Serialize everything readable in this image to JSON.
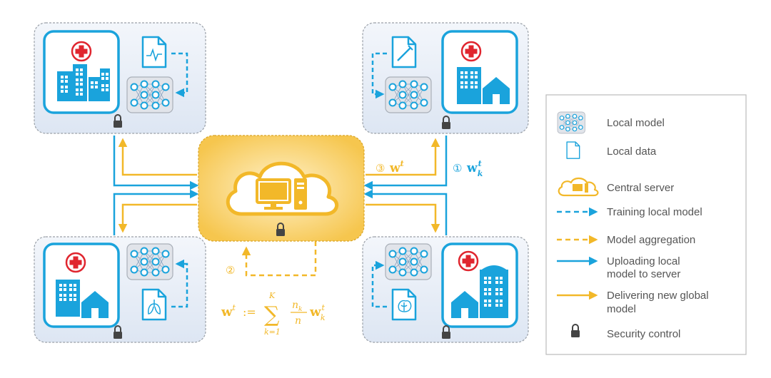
{
  "colors": {
    "blue": "#1aa3dc",
    "orange": "#f2b829",
    "lock": "#444444",
    "panel_fill": "#e9eef8",
    "panel_border": "#9aa0a8",
    "server_fill": "#fbd98a",
    "legend_border": "#bbbbbb"
  },
  "icons": {
    "hospital": "hospital-icon",
    "local_data": "document-icon",
    "local_model": "neural-network-icon",
    "server": "cloud-computer-icon",
    "lock": "padlock-icon"
  },
  "sites": [
    {
      "id": "top-left",
      "data_glyph": "ecg"
    },
    {
      "id": "top-right",
      "data_glyph": "syringe"
    },
    {
      "id": "bottom-left",
      "data_glyph": "lungs"
    },
    {
      "id": "bottom-right",
      "data_glyph": "brain"
    }
  ],
  "steps": {
    "step1_num": "①",
    "step1_label": "w",
    "step1_sub": "k",
    "step1_sup": "t",
    "step2_num": "②",
    "step3_num": "③",
    "step3_label": "w",
    "step3_sup": "t"
  },
  "formula": {
    "lhs": "w",
    "lhs_sup": "t",
    "assign": ":=",
    "sum_upper": "K",
    "sum_lower": "k=1",
    "numerator": "n",
    "numerator_sub": "k",
    "denominator": "n",
    "term": "w",
    "term_sub": "k",
    "term_sup": "t"
  },
  "legend": {
    "items": [
      {
        "label": "Local model"
      },
      {
        "label": "Local data"
      },
      {
        "label": "Central server"
      },
      {
        "label": "Training local model"
      },
      {
        "label": "Model aggregation"
      },
      {
        "label_line1": "Uploading local",
        "label_line2": "model to server"
      },
      {
        "label_line1": "Delivering new global",
        "label_line2": "model"
      },
      {
        "label": "Security control"
      }
    ]
  }
}
